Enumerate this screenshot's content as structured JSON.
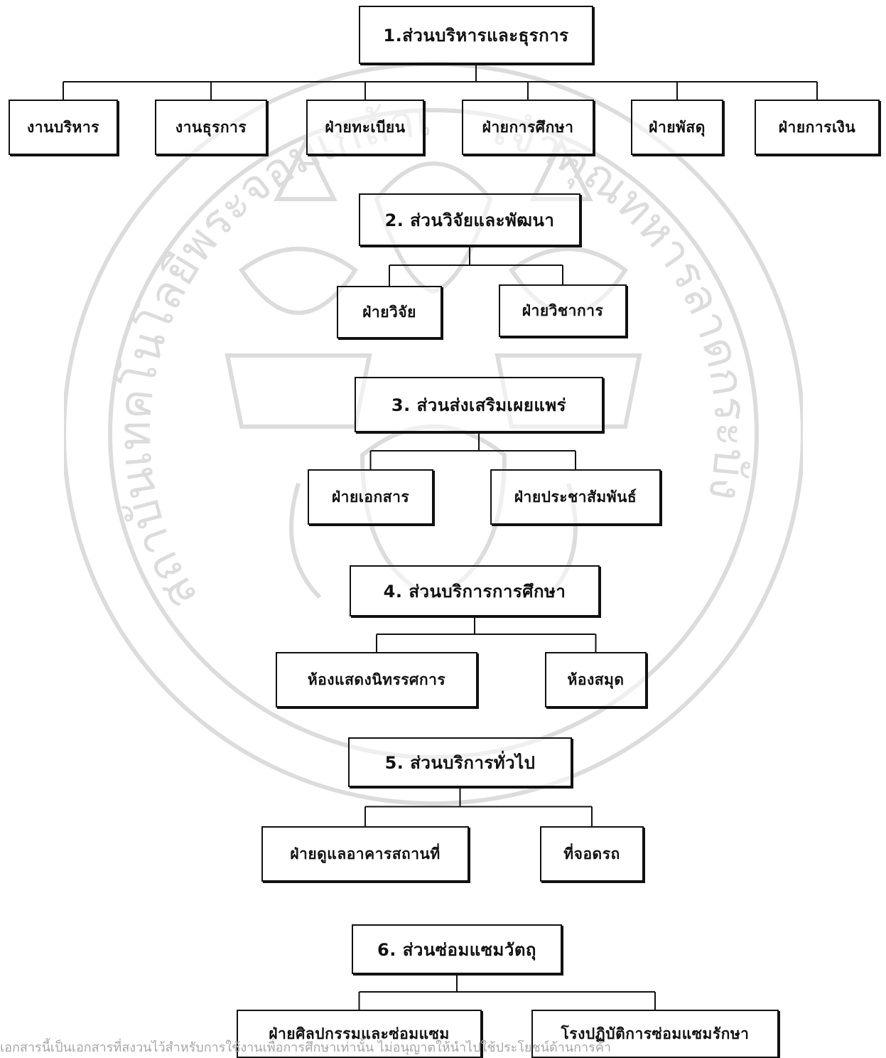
{
  "colors": {
    "ink": "#111111",
    "watermark": "#dcdcdc",
    "footer_text": "#a6a6a6"
  },
  "watermark": {
    "left_arc_text": "สถาบันเทคโนโลยีพระจอมเกล้าเจ้าคุณทหารลาดกระบัง",
    "right_arc_text": "เจ้าคุณทหารลาดกระบัง"
  },
  "sections": [
    {
      "title": "1.ส่วนบริหารและธุรการ",
      "units": [
        "งานบริหาร",
        "งานธุรการ",
        "ฝ่ายทะเบียน",
        "ฝ่ายการศึกษา",
        "ฝ่ายพัสดุ",
        "ฝ่ายการเงิน"
      ]
    },
    {
      "title": "2. ส่วนวิจัยและพัฒนา",
      "units": [
        "ฝ่ายวิจัย",
        "ฝ่ายวิชาการ"
      ]
    },
    {
      "title": "3. ส่วนส่งเสริมเผยแพร่",
      "units": [
        "ฝ่ายเอกสาร",
        "ฝ่ายประชาสัมพันธ์"
      ]
    },
    {
      "title": "4. ส่วนบริการการศึกษา",
      "units": [
        "ห้องแสดงนิทรรศการ",
        "ห้องสมุด"
      ]
    },
    {
      "title": "5. ส่วนบริการทั่วไป",
      "units": [
        "ฝ่ายดูแลอาคารสถานที่",
        "ที่จอดรถ"
      ]
    },
    {
      "title": "6. ส่วนซ่อมแซมวัตถุ",
      "units": [
        "ฝ่ายศิลปกรรมและซ่อมแซม",
        "โรงปฏิบัติการซ่อมแซมรักษา"
      ]
    }
  ],
  "footer": "เอกสารนี้เป็นเอกสารที่สงวนไว้สำหรับการใช้งานเพื่อการศึกษาเท่านั้น ไม่อนุญาตให้นำไปใช้ประโยชน์ด้านการค้า"
}
